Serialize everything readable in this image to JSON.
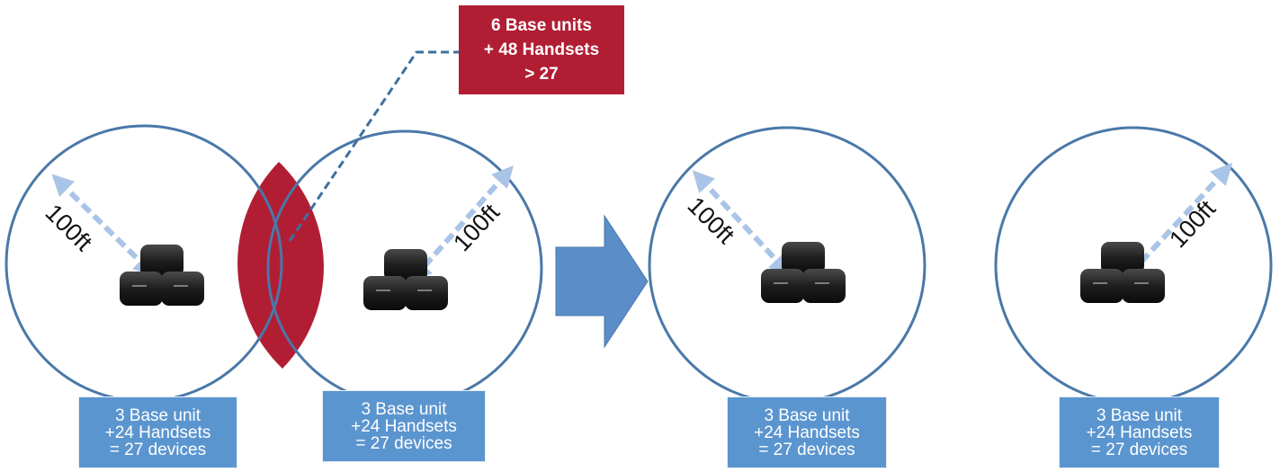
{
  "callout": {
    "line1": "6 Base units",
    "line2": "+ 48 Handsets",
    "line3": "> 27"
  },
  "cells": [
    {
      "radius_label": "100ft",
      "line1": "3 Base unit",
      "line2": "+24 Handsets",
      "line3": "= 27 devices"
    },
    {
      "radius_label": "100ft",
      "line1": "3 Base unit",
      "line2": "+24 Handsets",
      "line3": "= 27 devices"
    },
    {
      "radius_label": "100ft",
      "line1": "3 Base unit",
      "line2": "+24 Handsets",
      "line3": "= 27 devices"
    },
    {
      "radius_label": "100ft",
      "line1": "3 Base unit",
      "line2": "+24 Handsets",
      "line3": "= 27 devices"
    }
  ],
  "colors": {
    "circle_stroke": "#4a78a8",
    "overlap_fill": "#b11e34",
    "box_fill": "#5b95cf",
    "arrow_fill": "#5b8ec8",
    "radius_arrow": "#a9c4e6"
  }
}
